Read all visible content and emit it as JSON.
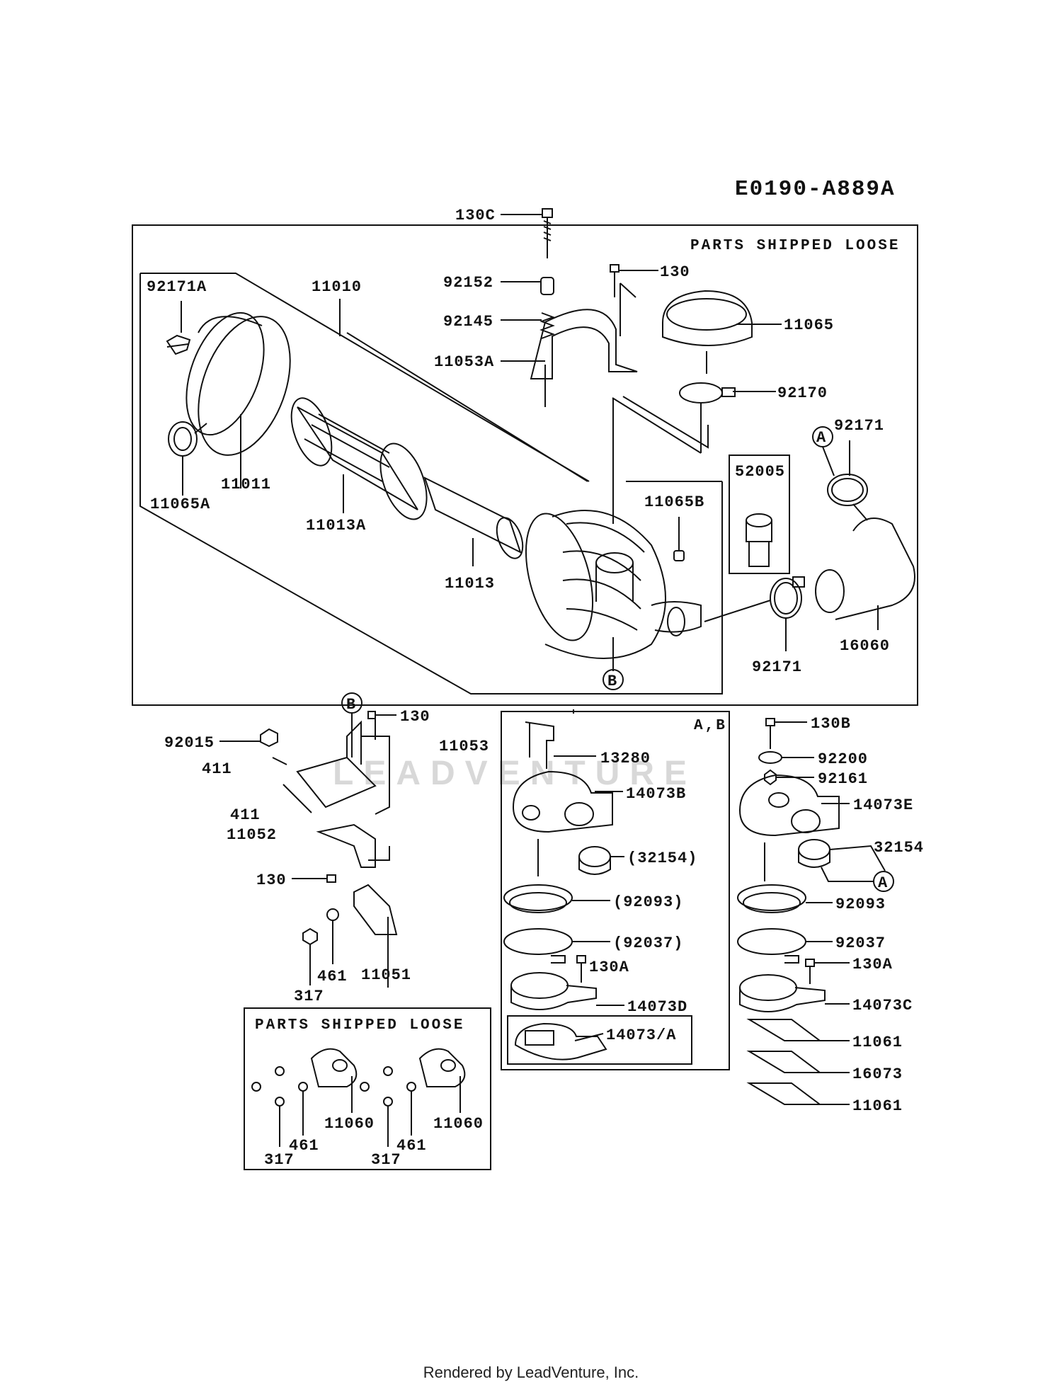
{
  "diagram_code": "E0190-A889A",
  "footer": "Rendered by LeadVenture, Inc.",
  "watermark": "LEADVENTURE",
  "groups": {
    "main_box_title": "PARTS SHIPPED LOOSE",
    "ab_box_title": "A,B",
    "loose_box_title": "PARTS SHIPPED LOOSE"
  },
  "callouts": {
    "A_top": "A",
    "B_mid": "B",
    "B_left": "B",
    "A_right": "A"
  },
  "parts": {
    "p130C": "130C",
    "p92152": "92152",
    "p92145": "92145",
    "p11053A": "11053A",
    "p130_top": "130",
    "p11065": "11065",
    "p92170": "92170",
    "p92171A": "92171A",
    "p11010": "11010",
    "p11065A": "11065A",
    "p11011": "11011",
    "p11013A": "11013A",
    "p11013": "11013",
    "p11065B": "11065B",
    "p52005": "52005",
    "p92171_top": "92171",
    "p92171_bot": "92171",
    "p16060": "16060",
    "p92015": "92015",
    "p411_a": "411",
    "p411_b": "411",
    "p11052": "11052",
    "p130_mid": "130",
    "p11053": "11053",
    "p130_low": "130",
    "p317": "317",
    "p461": "461",
    "p11051": "11051",
    "p13280": "13280",
    "p14073B": "14073B",
    "p32154_paren": "(32154)",
    "p92093_paren": "(92093)",
    "p92037_paren": "(92037)",
    "p130A_mid": "130A",
    "p14073D": "14073D",
    "p14073A": "14073/A",
    "p130B": "130B",
    "p92200": "92200",
    "p92161": "92161",
    "p14073E": "14073E",
    "p32154": "32154",
    "p92093": "92093",
    "p92037": "92037",
    "p130A_right": "130A",
    "p14073C": "14073C",
    "p11061_a": "11061",
    "p16073": "16073",
    "p11061_b": "11061",
    "p11060_a": "11060",
    "p461_a": "461",
    "p317_a": "317",
    "p11060_b": "11060",
    "p461_b": "461",
    "p317_b": "317"
  }
}
